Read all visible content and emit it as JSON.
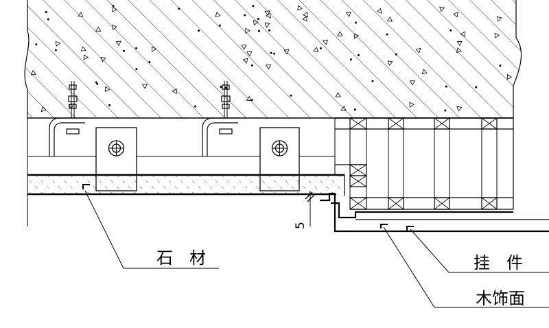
{
  "labels": {
    "stone": "石　材",
    "hanger": "挂　件",
    "wood_facing": "木饰面"
  },
  "dimension": "5"
}
